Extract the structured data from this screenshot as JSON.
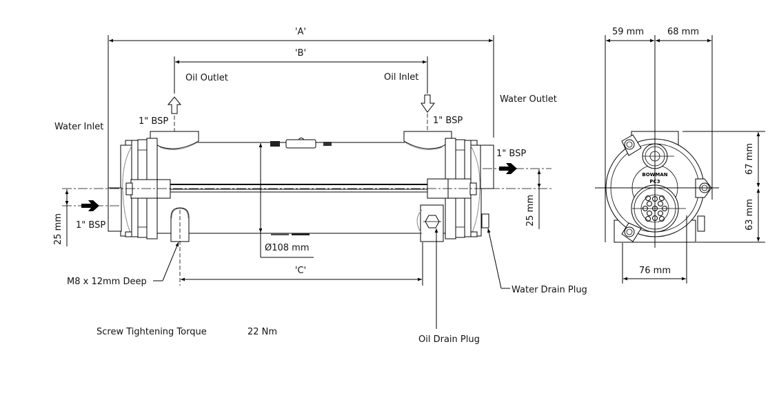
{
  "dimensions": {
    "A": "'A'",
    "B": "'B'",
    "C": "'C'",
    "diameter": "Ø108 mm",
    "left_port_offset": "25 mm",
    "right_port_offset": "25 mm",
    "end_view_width_left": "59 mm",
    "end_view_width_right": "68 mm",
    "end_view_height_top": "67 mm",
    "end_view_height_bottom": "63 mm",
    "foot_width": "76 mm"
  },
  "labels": {
    "oil_outlet": "Oil Outlet",
    "oil_inlet": "Oil Inlet",
    "water_inlet": "Water Inlet",
    "water_outlet": "Water Outlet",
    "oil_outlet_bsp": "1\" BSP",
    "oil_inlet_bsp": "1\" BSP",
    "water_inlet_bsp": "1\" BSP",
    "water_outlet_bsp": "1\" BSP",
    "mounting": "M8 x 12mm Deep",
    "water_drain": "Water Drain Plug",
    "oil_drain": "Oil Drain Plug",
    "brand_line1": "BOWMAN",
    "brand_line2": "PC3"
  },
  "notes": {
    "torque_label": "Screw Tightening Torque",
    "torque_value": "22 Nm"
  }
}
